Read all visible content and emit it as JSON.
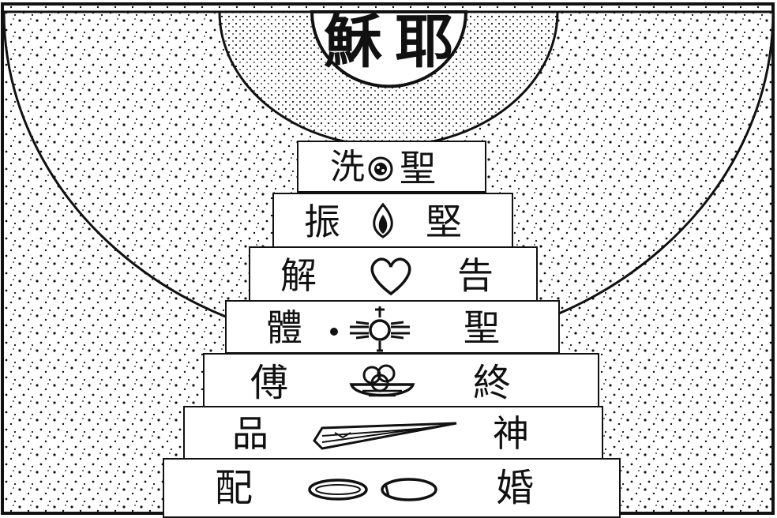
{
  "title": {
    "chars": [
      "耶",
      "穌"
    ]
  },
  "steps": [
    {
      "left": "洗",
      "right": "聖",
      "symbol": "round-medallion-icon"
    },
    {
      "left": "振",
      "right": "堅",
      "symbol": "flame-drop-icon"
    },
    {
      "left": "解",
      "right": "告",
      "symbol": "heart-icon"
    },
    {
      "left": "體",
      "right": "聖",
      "symbol": "radiant-host-icon"
    },
    {
      "left": "傅",
      "right": "終",
      "symbol": "oil-bowl-icon"
    },
    {
      "left": "品",
      "right": "神",
      "symbol": "stole-icon"
    },
    {
      "left": "配",
      "right": "婚",
      "symbol": "two-rings-icon"
    }
  ],
  "colors": {
    "ink": "#111111",
    "paper": "#ffffff"
  }
}
